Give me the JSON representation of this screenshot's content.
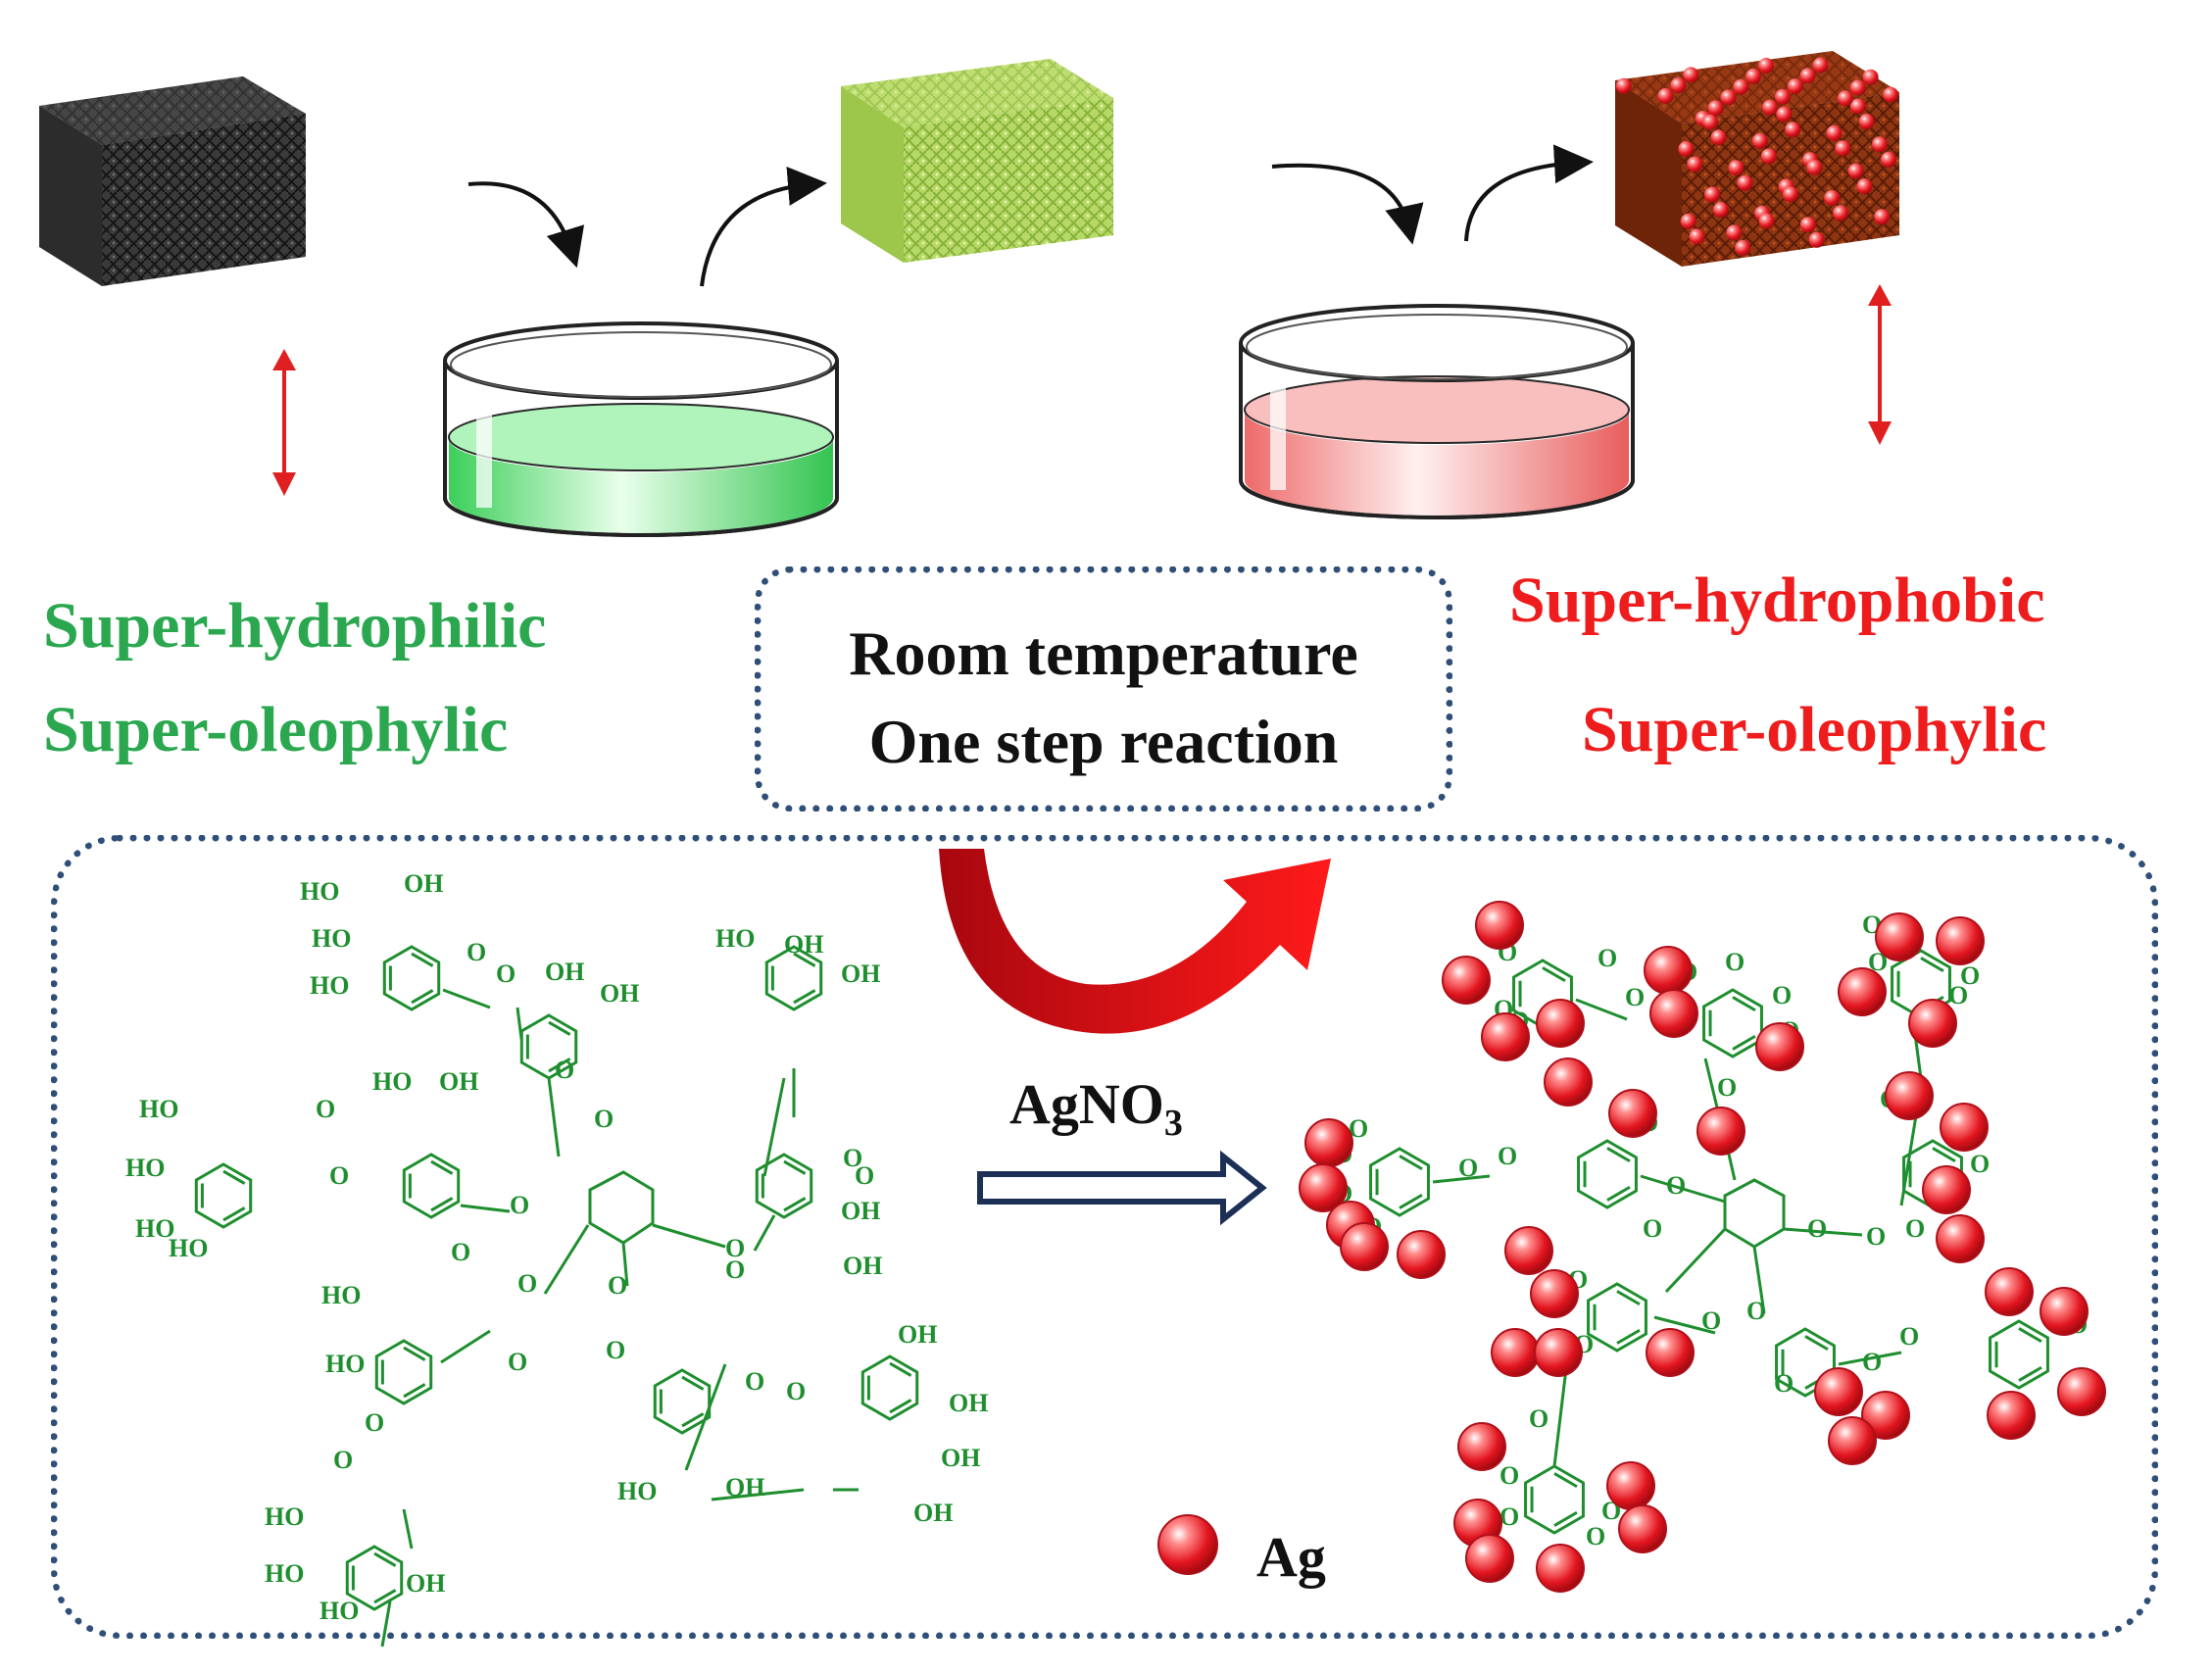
{
  "labels": {
    "green_line1": "Super-hydrophilic",
    "green_line2": "Super-oleophylic",
    "red_line1": "Super-hydrophobic",
    "red_line2": "Super-oleophylic",
    "condition_line1": "Room temperature",
    "condition_line2": "One step reaction",
    "reagent_main": "AgNO",
    "reagent_sub": "3",
    "legend_ag": "Ag"
  },
  "chem": {
    "ho": "HO",
    "oh": "OH",
    "o": "O"
  },
  "colors": {
    "sponge_start": "#2a2a2a",
    "sponge_mid": "#a9cf52",
    "sponge_end": "#8a2a10",
    "green_solution": "#5fe07a",
    "red_solution": "#f27c7c",
    "molecule": "#1e8e2e",
    "silver": "#e8202a",
    "frame": "#2f4f78",
    "double_arrow": "#e02020",
    "big_arrow": "#c8101a"
  },
  "icons": [
    "sponge-icon",
    "petri-dish-icon",
    "curved-arrow-icon",
    "double-headed-arrow-icon",
    "hollow-arrow-icon",
    "silver-particle-icon"
  ]
}
